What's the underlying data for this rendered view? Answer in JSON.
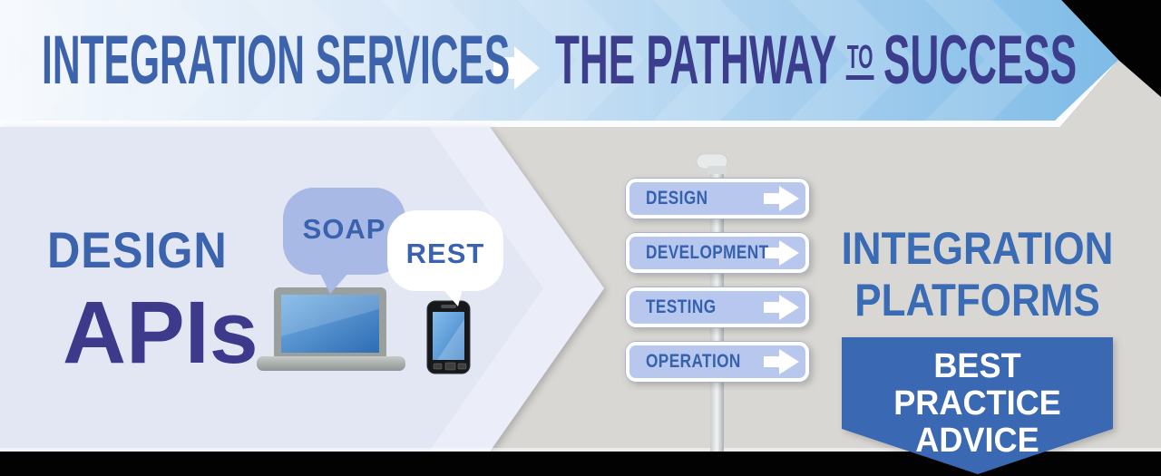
{
  "header": {
    "left_title": "INTEGRATION SERVICES",
    "right_title": {
      "part1": "THE PATHWAY",
      "small_word": "TO",
      "part2": "SUCCESS"
    }
  },
  "left_panel": {
    "heading_line1": "DESIGN",
    "heading_line2": "APIs",
    "bubbles": [
      {
        "label": "SOAP"
      },
      {
        "label": "REST"
      }
    ]
  },
  "signpost": {
    "signs": [
      {
        "label": "DESIGN"
      },
      {
        "label": "DEVELOPMENT"
      },
      {
        "label": "TESTING"
      },
      {
        "label": "OPERATION"
      }
    ]
  },
  "right_panel": {
    "heading_line1": "INTEGRATION",
    "heading_line2": "PLATFORMS",
    "ribbon_line1": "BEST PRACTICE",
    "ribbon_line2": "ADVICE"
  },
  "icons": {
    "header_arrow": "arrow-right",
    "sign_arrow": "arrow-right"
  },
  "colors": {
    "header_left_text": "#3c63ac",
    "header_right_text": "#3d3d8d",
    "banner_light": "#f6f9fd",
    "banner_deep": "#7ebbe7",
    "left_panel_bg": "#e3e7f4",
    "gray_panel_bg": "#d9d7d3",
    "accent_blue": "#3a62ae",
    "dark_indigo": "#3d3a8c",
    "soap_bubble": "#a8b9e5",
    "rest_bubble": "#ffffff",
    "sign_fill": "#b8c7ed",
    "sign_text": "#3561ae",
    "ribbon_fill": "#3b68b2",
    "ribbon_text": "#ffffff"
  }
}
